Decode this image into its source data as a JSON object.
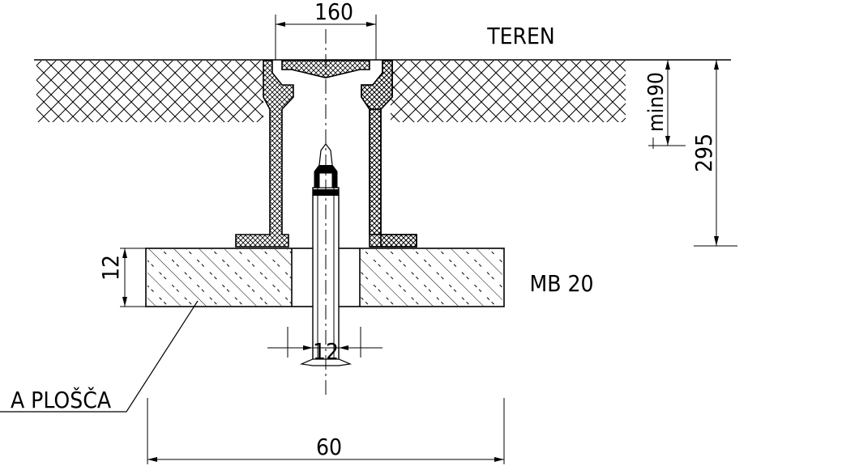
{
  "labels": {
    "terrain": "TEREN",
    "concrete_grade": "MB 20",
    "slab_label": "A PLOŠČA"
  },
  "dimensions": {
    "top_width": "160",
    "min_depth": "min90",
    "total_depth": "295",
    "slab_thickness": "12",
    "rod_diameter": "12",
    "slab_width": "60"
  },
  "colors": {
    "line": "#000000",
    "background": "#ffffff"
  }
}
